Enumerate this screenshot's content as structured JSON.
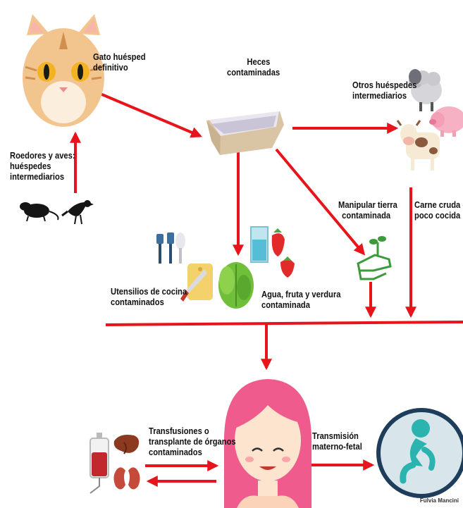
{
  "labels": {
    "cat_host": [
      "Gato huésped",
      "definitivo"
    ],
    "feces": [
      "Heces",
      "contaminadas"
    ],
    "other_hosts": [
      "Otros huéspedes",
      "intermediarios"
    ],
    "rodents": [
      "Roedores y aves:",
      "huéspedes",
      "intermediarios"
    ],
    "soil": [
      "Manipular tierra",
      "contaminada"
    ],
    "meat": [
      "Carne cruda o",
      "poco cocida"
    ],
    "utensils": [
      "Utensilios de cocina",
      "contaminados"
    ],
    "water_food": [
      "Agua, fruta y verdura",
      "contaminada"
    ],
    "transfusion": [
      "Transfusiones o",
      "transplante de órganos",
      "contaminados"
    ],
    "maternal": [
      "Transmisión",
      "materno-fetal"
    ],
    "credit": "Fulvia Mancini"
  },
  "icons": [
    "cat-icon",
    "litter-box-icon",
    "sheep-icon",
    "pig-icon",
    "cow-icon",
    "rat-icon",
    "bird-icon",
    "kitchen-utensils-icon",
    "cutting-board-icon",
    "lettuce-icon",
    "water-glass-icon",
    "strawberry-icon",
    "hand-plant-icon",
    "blood-bag-icon",
    "liver-icon",
    "kidney-icon",
    "woman-icon",
    "fetus-icon"
  ],
  "colors": {
    "arrow": "#e8141b",
    "fetus_ring": "#1d3d5a",
    "fetus_fill": "#d8e6ec",
    "fetus": "#2bb3b0",
    "hair": "#ef5b8d"
  }
}
